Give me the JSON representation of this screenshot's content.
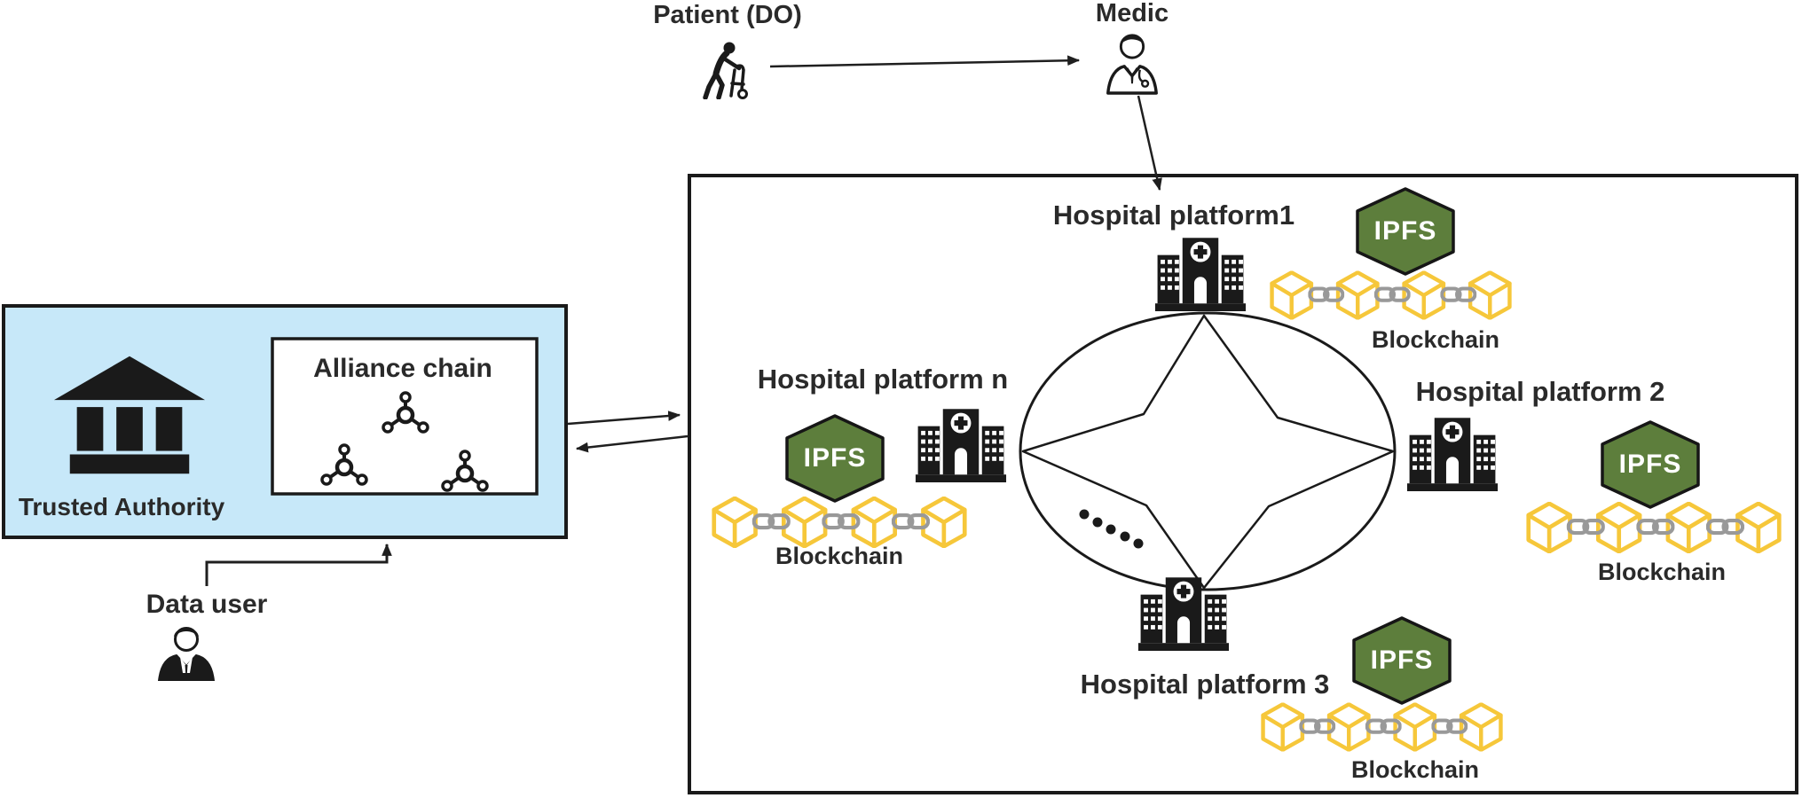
{
  "diagram": {
    "actors": {
      "patient": {
        "label": "Patient (DO)"
      },
      "medic": {
        "label": "Medic"
      },
      "data_user": {
        "label": "Data user"
      }
    },
    "authority_panel": {
      "label": "Trusted Authority",
      "alliance_chain_label": "Alliance chain"
    },
    "hospital_network": {
      "platform_top": {
        "label": "Hospital platform1"
      },
      "platform_right": {
        "label": "Hospital platform 2"
      },
      "platform_bottom": {
        "label": "Hospital platform 3"
      },
      "platform_left": {
        "label": "Hospital platform n"
      }
    },
    "storage": {
      "ipfs_label": "IPFS",
      "blockchain_label": "Blockchain"
    }
  },
  "colors": {
    "panel_blue": "#c7e8f9",
    "ipfs_green": "#5d7e3c",
    "cube_yellow": "#f6c73a",
    "chain_gray": "#999999",
    "ink": "#1f1f1f"
  }
}
